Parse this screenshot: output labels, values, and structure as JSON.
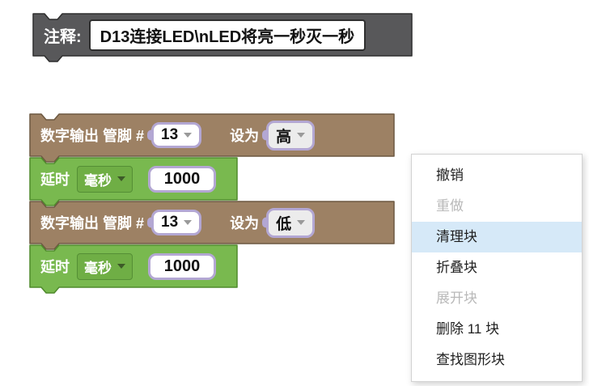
{
  "comment_block": {
    "label": "注释:",
    "text": "D13连接LED\\nLED将亮一秒灭一秒"
  },
  "blocks": [
    {
      "type": "digital_write",
      "label": "数字输出 管脚 #",
      "pin": "13",
      "set_label": "设为",
      "value": "高"
    },
    {
      "type": "delay",
      "label": "延时",
      "unit": "毫秒",
      "duration": "1000"
    },
    {
      "type": "digital_write",
      "label": "数字输出 管脚 #",
      "pin": "13",
      "set_label": "设为",
      "value": "低"
    },
    {
      "type": "delay",
      "label": "延时",
      "unit": "毫秒",
      "duration": "1000"
    }
  ],
  "context_menu": {
    "items": [
      {
        "label": "撤销",
        "state": "enabled"
      },
      {
        "label": "重做",
        "state": "disabled"
      },
      {
        "label": "清理块",
        "state": "highlighted"
      },
      {
        "label": "折叠块",
        "state": "enabled"
      },
      {
        "label": "展开块",
        "state": "disabled"
      },
      {
        "label": "删除 11 块",
        "state": "enabled"
      },
      {
        "label": "查找图形块",
        "state": "enabled"
      }
    ]
  },
  "colors": {
    "comment_block": "#58585a",
    "digital_block": "#9d8164",
    "delay_block": "#79b94f",
    "field_border": "#b3a7d3",
    "menu_highlight": "#d6e9f8",
    "disabled_text": "#b9b9b9"
  }
}
